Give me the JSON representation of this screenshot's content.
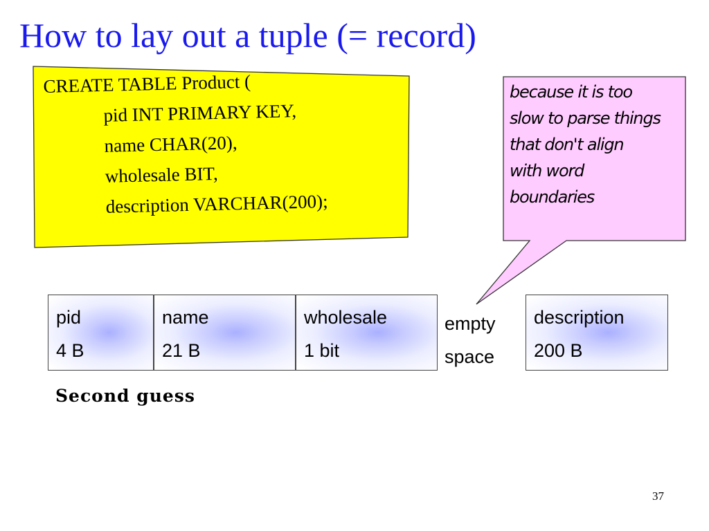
{
  "slide": {
    "title": "How to lay out a tuple (= record)",
    "page_number": "37",
    "caption": "Second guess"
  },
  "sql_box": {
    "color": "#ffff00",
    "lines": [
      "CREATE TABLE Product (",
      "pid INT PRIMARY KEY,",
      "name CHAR(20),",
      "wholesale BIT,",
      "description VARCHAR(200);"
    ]
  },
  "callout": {
    "color": "#ffccff",
    "lines": [
      "because it is too",
      "slow to parse things",
      "that don't align",
      "with word",
      "boundaries"
    ]
  },
  "record_layout": {
    "fields": [
      {
        "name": "pid",
        "size": "4 B"
      },
      {
        "name": "name",
        "size": "21 B"
      },
      {
        "name": "wholesale",
        "size": "1 bit"
      },
      {
        "name": "description",
        "size": "200 B"
      }
    ],
    "gap_label": [
      "empty",
      "space"
    ]
  }
}
